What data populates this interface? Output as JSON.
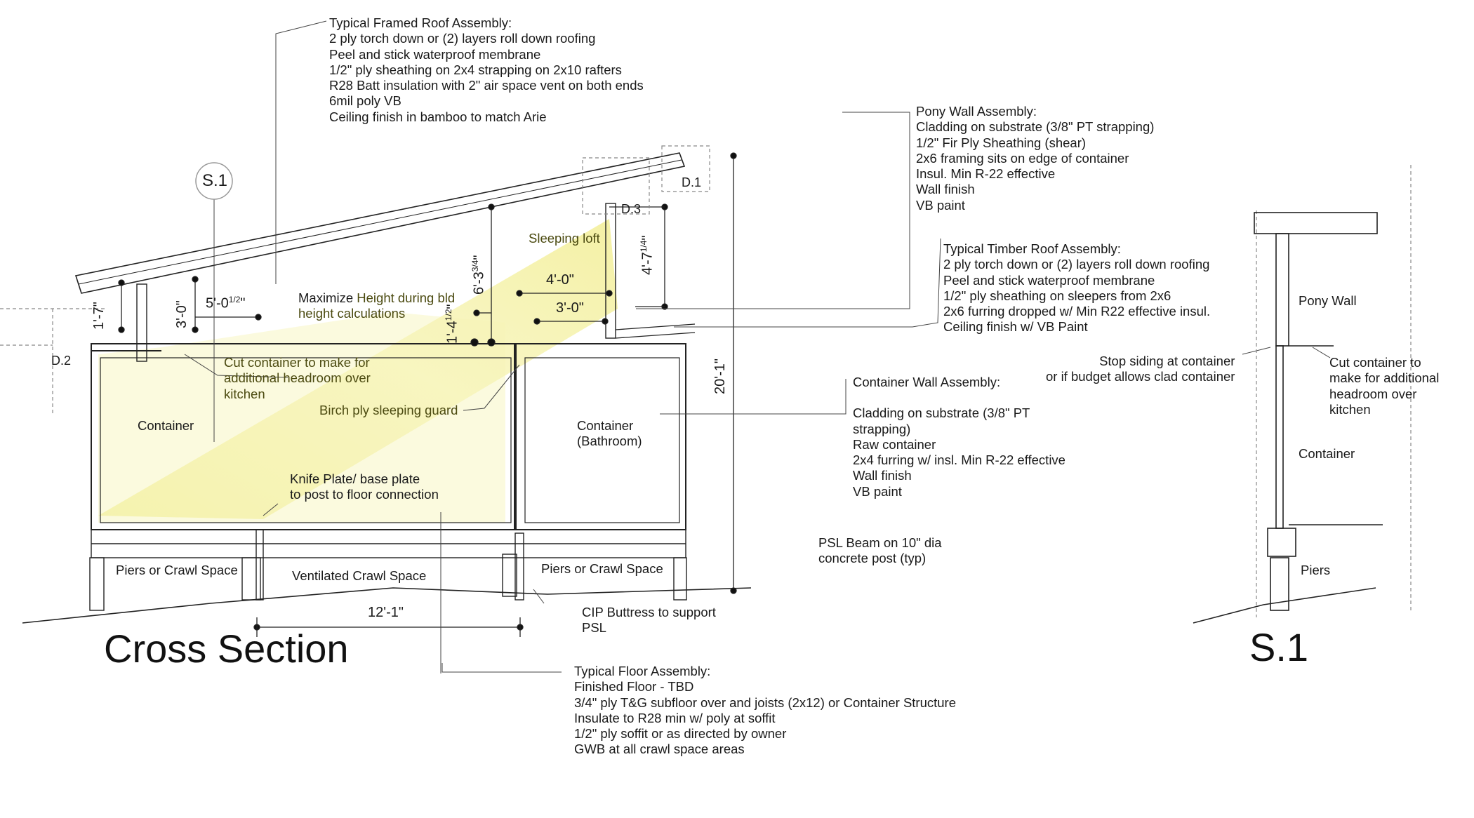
{
  "titles": {
    "cross_section": "Cross Section",
    "section_s1": "S.1"
  },
  "notes": {
    "framed_roof": {
      "title": "Typical Framed Roof Assembly:",
      "lines": [
        "2 ply torch down or (2) layers roll down roofing",
        "Peel and stick waterproof membrane",
        "1/2\" ply sheathing on 2x4 strapping on 2x10 rafters",
        "R28 Batt insulation with 2\" air space vent on both ends",
        "6mil poly VB",
        "Ceiling finish in bamboo to match Arie"
      ]
    },
    "pony_wall": {
      "title": "Pony Wall Assembly:",
      "lines": [
        "Cladding on substrate (3/8\" PT strapping)",
        "1/2\" Fir Ply Sheathing (shear)",
        "2x6 framing sits on edge of container",
        "Insul. Min R-22 effective",
        "Wall finish",
        "VB paint"
      ]
    },
    "timber_roof": {
      "title": "Typical Timber Roof Assembly:",
      "lines": [
        "2 ply torch down or (2) layers roll down roofing",
        "Peel and stick waterproof membrane",
        "1/2\" ply sheathing on sleepers from 2x6",
        "2x6 furring dropped w/ Min R22 effective insul.",
        "Ceiling finish w/ VB Paint"
      ]
    },
    "container_wall": {
      "title": "Container Wall Assembly:",
      "lines": [
        "Cladding on substrate (3/8\" PT",
        "strapping)",
        "Raw container",
        "2x4 furring w/ insl. Min R-22 effective",
        "Wall finish",
        "VB paint"
      ]
    },
    "floor": {
      "title": "Typical Floor Assembly:",
      "lines": [
        "Finished Floor - TBD",
        "3/4\" ply T&G subfloor over and joists (2x12) or Container Structure",
        "Insulate to R28 min w/ poly at soffit",
        "1/2\" ply soffit or as directed by owner",
        "GWB at all crawl space areas"
      ]
    },
    "psl_beam": {
      "lines": [
        "PSL Beam on 10\" dia",
        "concrete post (typ)"
      ]
    },
    "cip_buttress": {
      "lines": [
        "CIP Buttress to support",
        "PSL"
      ]
    },
    "knife_plate": {
      "lines": [
        "Knife Plate/ base plate",
        "to post to floor connection"
      ]
    },
    "maximize_height": {
      "line1_a": "Maximize ",
      "line1_b": "Height during bld",
      "line2": "height calculations"
    },
    "cut_container_main": {
      "lines": [
        "Cut container to make for",
        "additional headroom over",
        "kitchen"
      ]
    },
    "birch_guard": {
      "text": "Birch ply sleeping guard"
    },
    "sleeping_loft": {
      "text": "Sleeping loft"
    },
    "stop_siding": {
      "lines": [
        "Stop siding at container",
        "or if budget allows clad container"
      ]
    },
    "cut_container_s1": {
      "lines": [
        "Cut container to",
        "make for additional",
        "headroom over",
        "kitchen"
      ]
    }
  },
  "rooms": {
    "container": "Container",
    "container_bathroom_1": "Container",
    "container_bathroom_2": "(Bathroom)",
    "piers_left": "Piers or Crawl Space",
    "ventilated": "Ventilated Crawl Space",
    "piers_right": "Piers or Crawl Space",
    "s1_pony_wall": "Pony Wall",
    "s1_container": "Container",
    "s1_piers": "Piers"
  },
  "dimensions": {
    "d_1_7": "1'-7\"",
    "d_3_0_vert": "3'-0\"",
    "d_5_0": "5'-0",
    "d_5_0_frac": "1/2",
    "d_5_0_end": "\"",
    "d_6_3": "6'-3",
    "d_6_3_frac": "3/4",
    "d_1_4": "1'-4",
    "d_1_4_frac": "1/2",
    "d_4_0": "4'-0\"",
    "d_3_0_horiz": "3'-0\"",
    "d_4_7": "4'-7",
    "d_4_7_frac": "1/4",
    "d_20_1": "20'-1\"",
    "d_12_1": "12'-1\""
  },
  "tags": {
    "s1_bubble": "S.1",
    "d1": "D.1",
    "d2": "D.2",
    "d3": "D.3"
  },
  "colors": {
    "loft_highlight": "#f3ef9a",
    "line": "#222222",
    "olive_text": "#4b4a10"
  }
}
